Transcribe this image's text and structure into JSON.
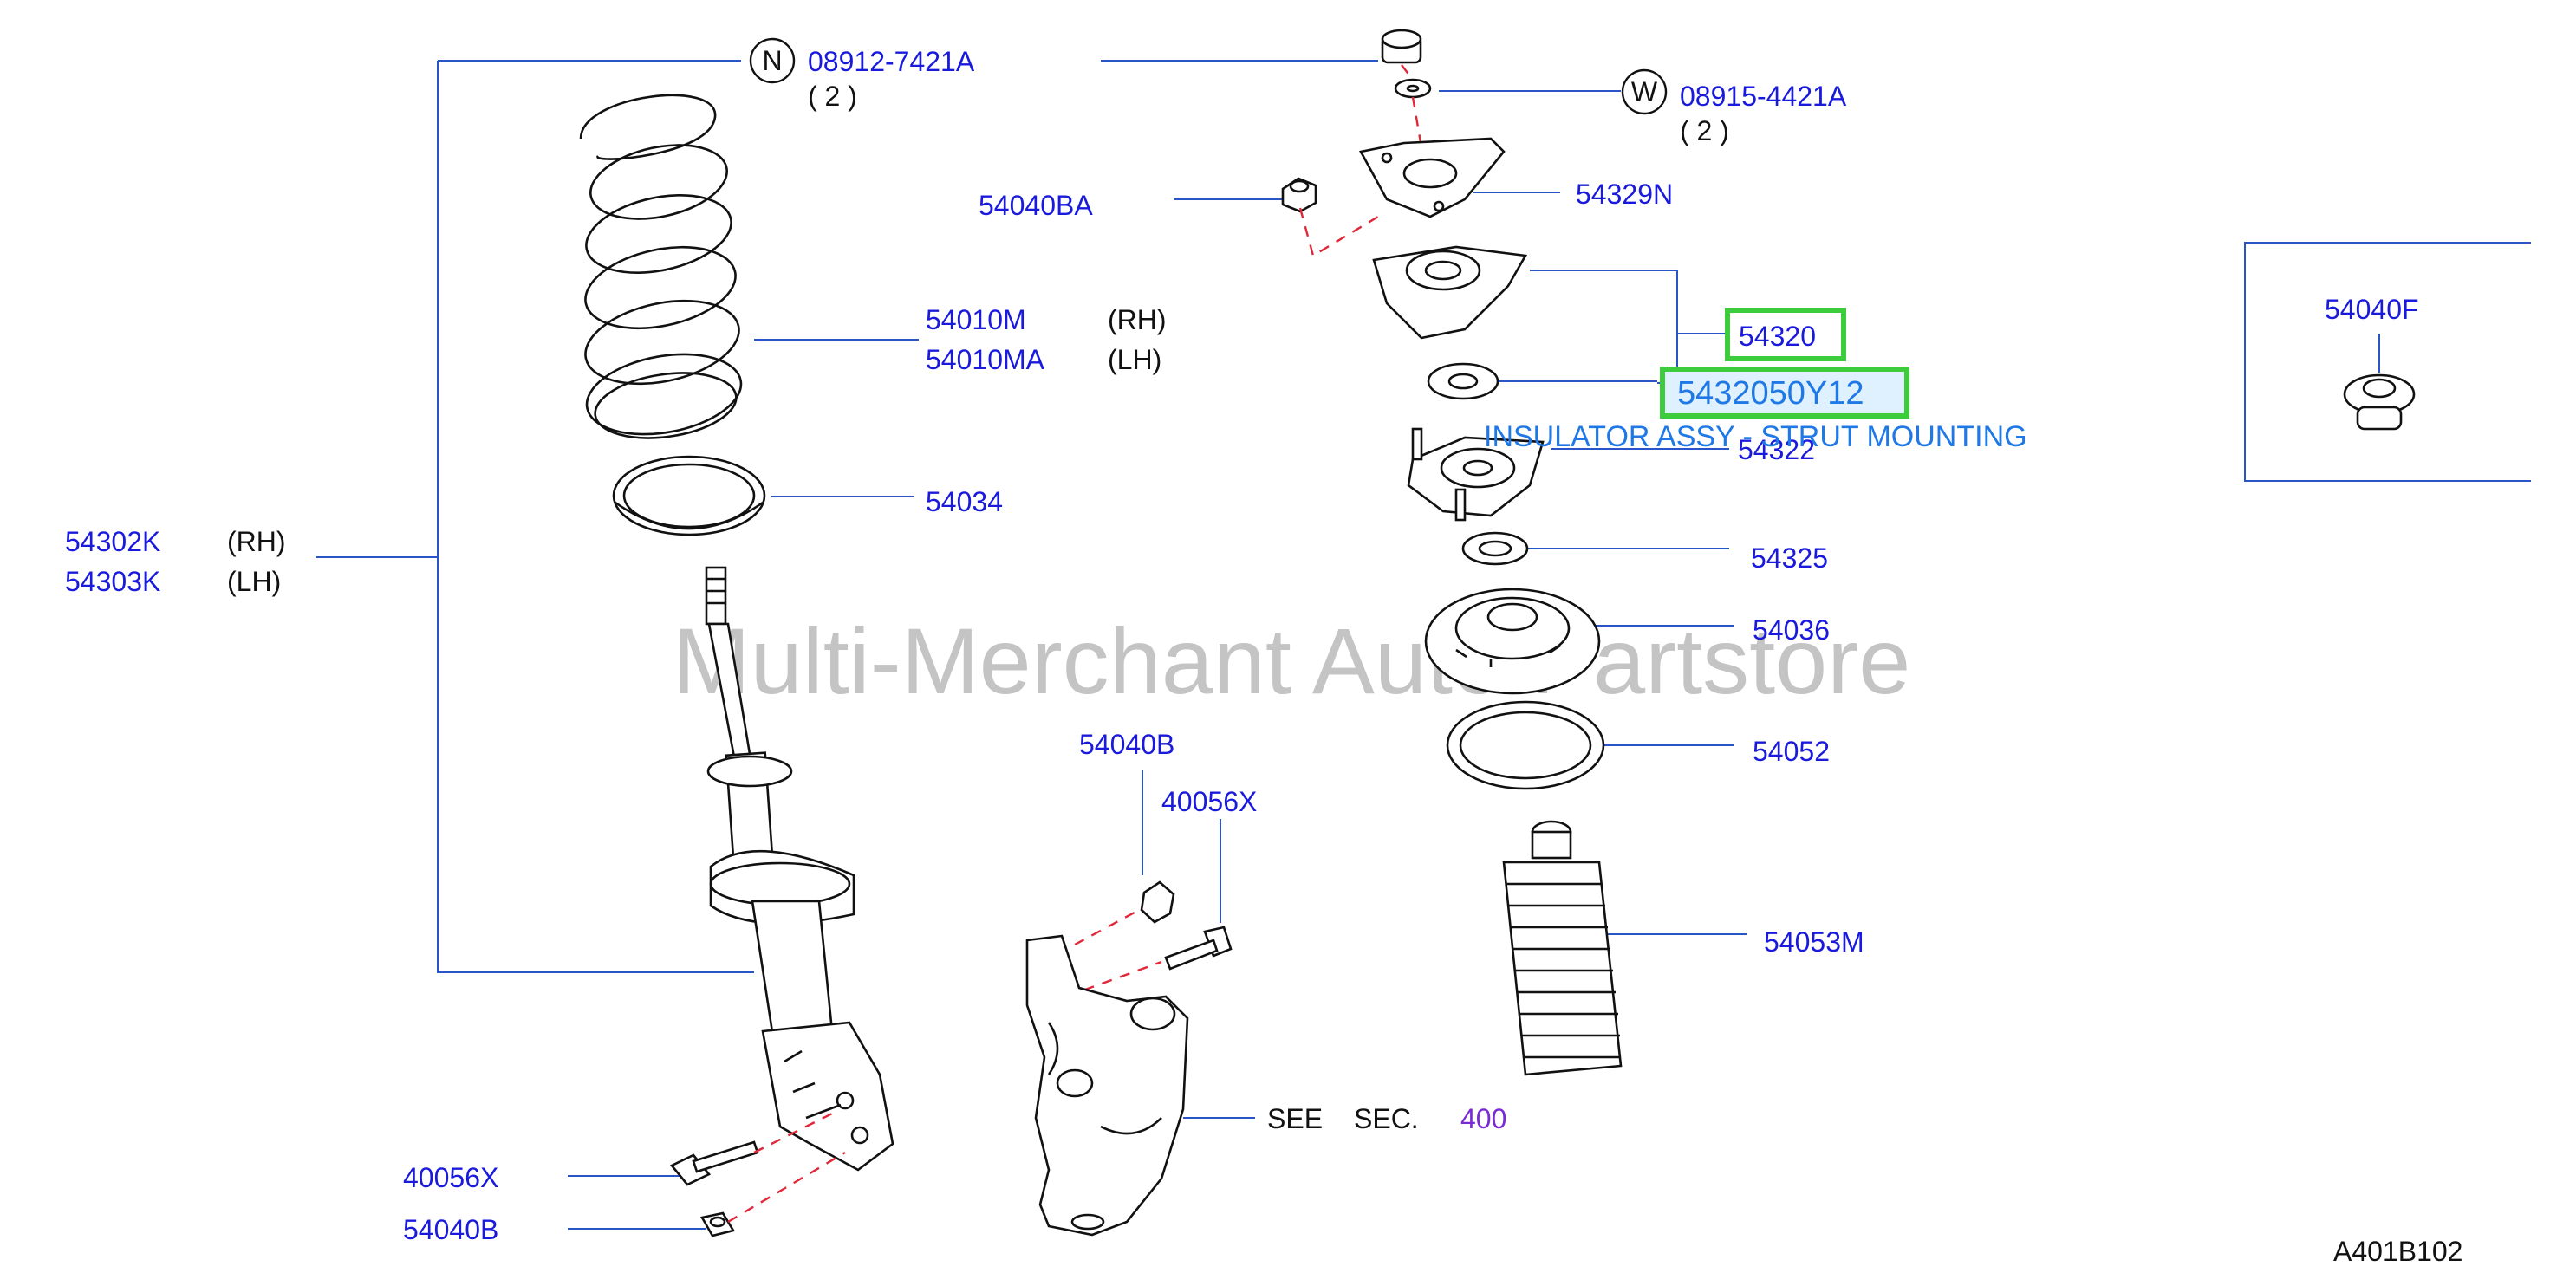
{
  "colors": {
    "part_number": "#1a1adc",
    "leader_line": "#2a55c8",
    "highlight_border": "#3ccc3c",
    "highlight_fill": "#dff0ff",
    "tooltip_text": "#1e78e6",
    "section_ref": "#7a2bd6",
    "watermark": "#bdbdbd",
    "assembly_dash": "#e0283a"
  },
  "callouts": {
    "nut_marker": "N",
    "nut_part": "08912-7421A",
    "nut_qty": "( 2 )",
    "washer_marker": "W",
    "washer_part": "08915-4421A",
    "washer_qty": "( 2 )",
    "nut_54040ba": "54040BA",
    "plate_54329n": "54329N",
    "spring_rh": "54010M",
    "spring_rh_side": "(RH)",
    "spring_lh": "54010MA",
    "spring_lh_side": "(LH)",
    "insulator_main": "54320",
    "bearing_54322": "54322",
    "seat_54034": "54034",
    "strut_rh": "54302K",
    "strut_rh_side": "(RH)",
    "strut_lh": "54303K",
    "strut_lh_side": "(LH)",
    "washer_54325": "54325",
    "seat_54036": "54036",
    "seat_54052": "54052",
    "bound_54040b_top": "54040B",
    "bolt_40056x_top": "40056X",
    "boot_54053m": "54053M",
    "bolt_40056x_bottom": "40056X",
    "nut_54040b_bottom": "54040B",
    "see_label": "SEE",
    "sec_label": "SEC.",
    "sec_number": "400",
    "inset_part": "54040F",
    "diagram_code": "A401B102"
  },
  "highlight": {
    "part_number": "5432050Y12",
    "description": "INSULATOR ASSY - STRUT MOUNTING"
  },
  "watermark": "Multi-Merchant Auto Partstore"
}
